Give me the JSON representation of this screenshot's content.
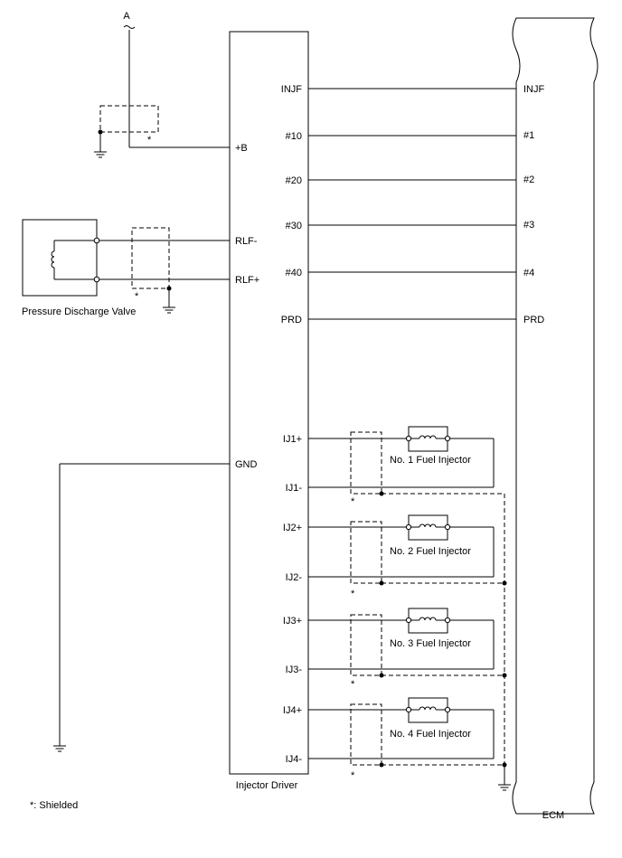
{
  "connector_label": "A",
  "shield_mark": "*",
  "legend_text": "*: Shielded",
  "injector_driver": {
    "name": "Injector Driver",
    "pins": {
      "injf": "INJF",
      "p10": "#10",
      "p20": "#20",
      "p30": "#30",
      "p40": "#40",
      "prd": "PRD",
      "b": "+B",
      "rlf_minus": "RLF-",
      "rlf_plus": "RLF+",
      "gnd": "GND",
      "ij1p": "IJ1+",
      "ij1m": "IJ1-",
      "ij2p": "IJ2+",
      "ij2m": "IJ2-",
      "ij3p": "IJ3+",
      "ij3m": "IJ3-",
      "ij4p": "IJ4+",
      "ij4m": "IJ4-"
    }
  },
  "ecm": {
    "name": "ECM",
    "pins": {
      "injf": "INJF",
      "p1": "#1",
      "p2": "#2",
      "p3": "#3",
      "p4": "#4",
      "prd": "PRD"
    }
  },
  "pressure_valve": {
    "name": "Pressure Discharge Valve"
  },
  "injectors": [
    {
      "name": "No. 1 Fuel Injector"
    },
    {
      "name": "No. 2 Fuel Injector"
    },
    {
      "name": "No. 3 Fuel Injector"
    },
    {
      "name": "No. 4 Fuel Injector"
    }
  ]
}
